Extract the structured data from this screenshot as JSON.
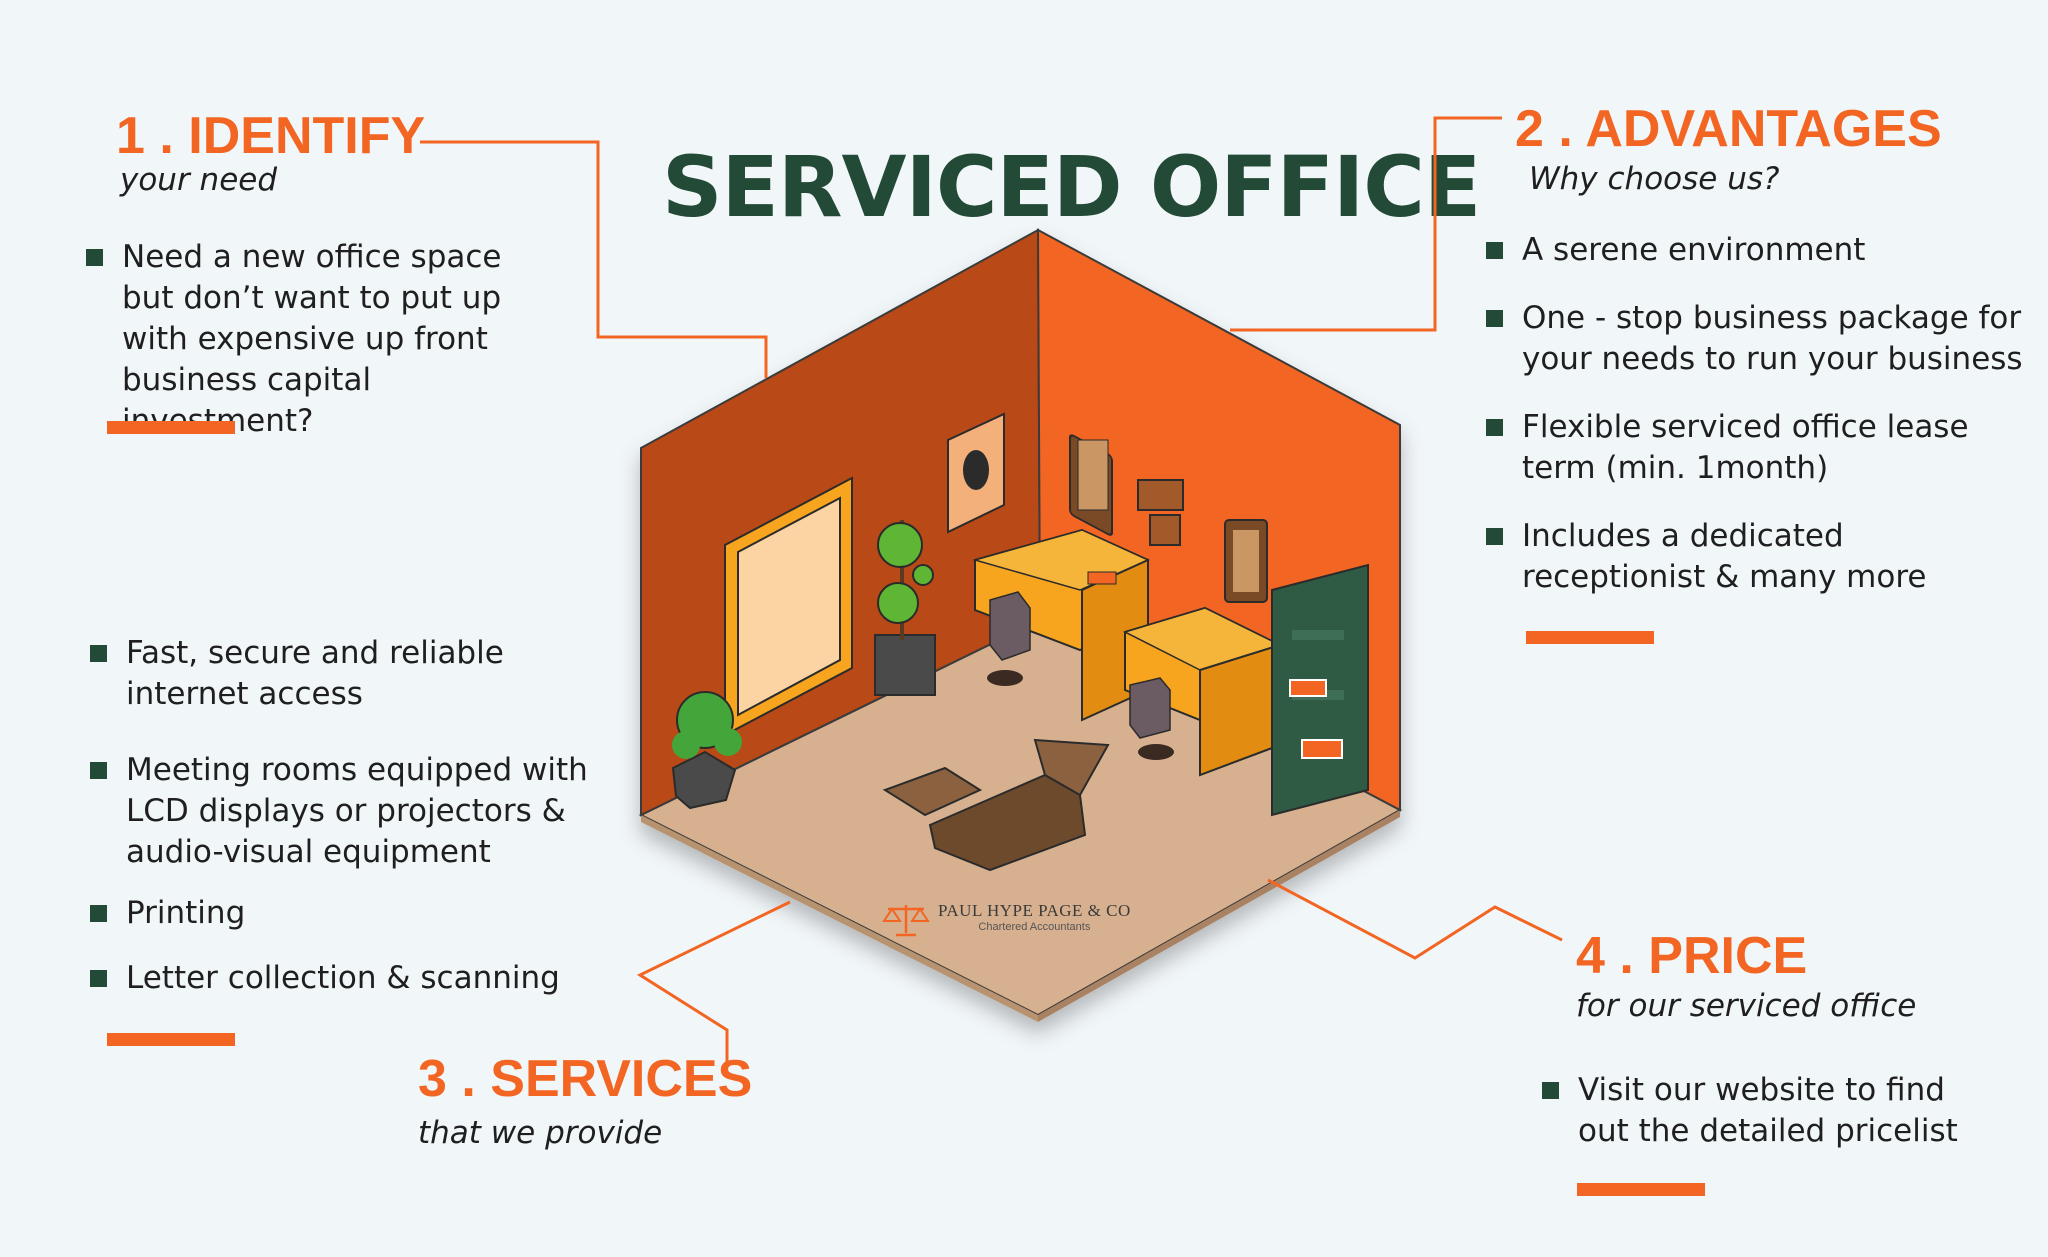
{
  "title": "SERVICED OFFICE",
  "sections": {
    "identify": {
      "heading": "1 . IDENTIFY",
      "subheading": "your need",
      "items": [
        "Need a new office space but don’t want to put up with expensive up front business capital investment?"
      ]
    },
    "advantages": {
      "heading": "2 . ADVANTAGES",
      "subheading": "Why choose us?",
      "items": [
        "A serene environment",
        "One - stop business package for your needs to run your business",
        "Flexible serviced office lease term (min. 1month)",
        "Includes a dedicated receptionist & many more"
      ]
    },
    "services": {
      "heading": "3 . SERVICES",
      "subheading": "that we provide",
      "items": [
        "Fast, secure and reliable internet access",
        "Meeting rooms equipped with LCD displays or projectors & audio-visual equipment",
        "Printing",
        "Letter collection & scanning"
      ]
    },
    "price": {
      "heading": "4 . PRICE",
      "subheading": "for our serviced office",
      "items": [
        "Visit our website to find out the detailed pricelist"
      ]
    }
  },
  "logo": {
    "name": "PAUL HYPE PAGE & CO",
    "tagline": "Chartered Accountants"
  },
  "colors": {
    "accent": "#f26522",
    "title": "#234a36",
    "background": "#f1f6f9"
  }
}
